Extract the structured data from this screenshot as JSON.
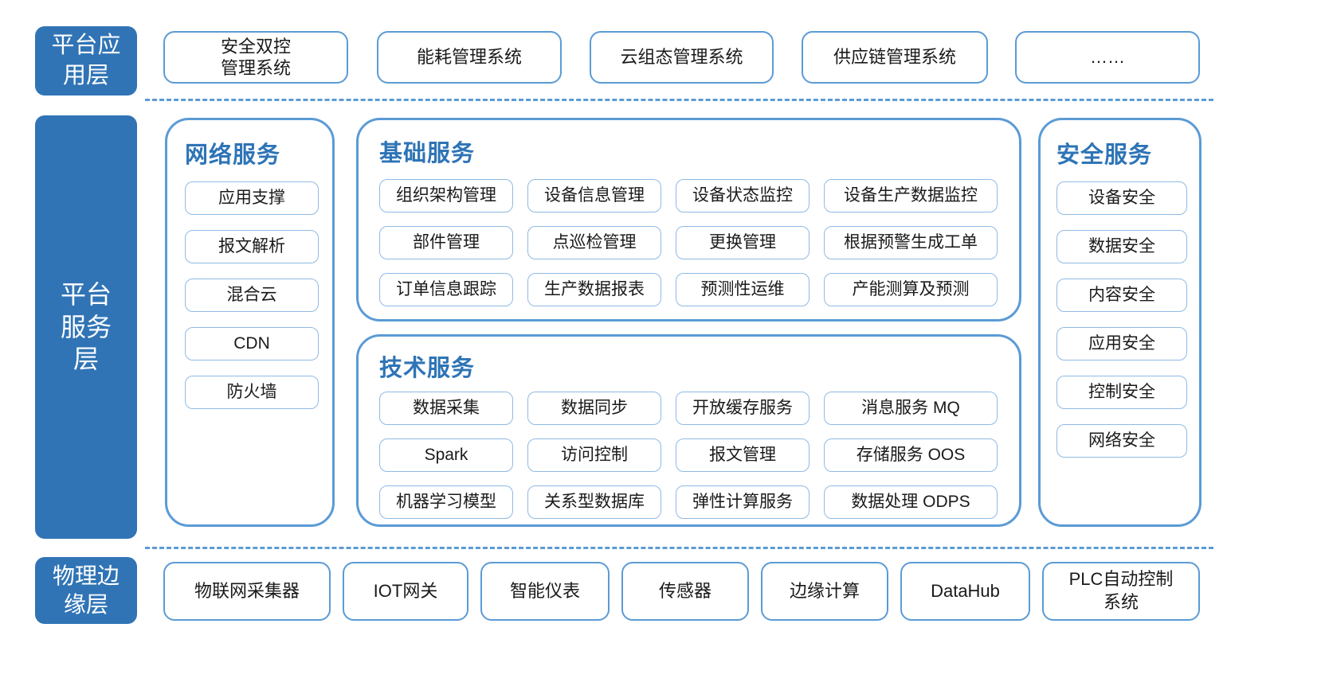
{
  "colors": {
    "layer_fill": "#3074B5",
    "group_border": "#5B9BD5",
    "item_border": "#8FBAE4",
    "title_text": "#2E74B6",
    "divider": "#5B9BD5",
    "body_text": "#1A1A1A",
    "background": "#FFFFFF"
  },
  "app_layer": {
    "label": "平台应用层",
    "systems": [
      "安全双控管理系统",
      "能耗管理系统",
      "云组态管理系统",
      "供应链管理系统",
      "……"
    ]
  },
  "service_layer": {
    "label": "平台服务层",
    "network": {
      "title": "网络服务",
      "items": [
        "应用支撑",
        "报文解析",
        "混合云",
        "CDN",
        "防火墙"
      ]
    },
    "basic": {
      "title": "基础服务",
      "items": [
        "组织架构管理",
        "设备信息管理",
        "设备状态监控",
        "设备生产数据监控",
        "部件管理",
        "点巡检管理",
        "更换管理",
        "根据预警生成工单",
        "订单信息跟踪",
        "生产数据报表",
        "预测性运维",
        "产能测算及预测"
      ]
    },
    "tech": {
      "title": "技术服务",
      "items": [
        "数据采集",
        "数据同步",
        "开放缓存服务",
        "消息服务 MQ",
        "Spark",
        "访问控制",
        "报文管理",
        "存储服务 OOS",
        "机器学习模型",
        "关系型数据库",
        "弹性计算服务",
        "数据处理 ODPS"
      ]
    },
    "security": {
      "title": "安全服务",
      "items": [
        "设备安全",
        "数据安全",
        "内容安全",
        "应用安全",
        "控制安全",
        "网络安全"
      ]
    }
  },
  "edge_layer": {
    "label": "物理边缘层",
    "devices": [
      "物联网采集器",
      "IOT网关",
      "智能仪表",
      "传感器",
      "边缘计算",
      "DataHub",
      "PLC自动控制系统"
    ]
  }
}
